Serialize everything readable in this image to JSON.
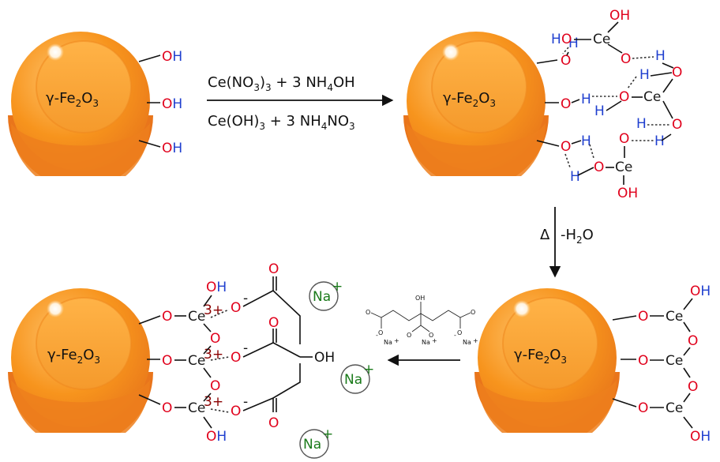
{
  "particle_label": "γ-Fe",
  "particle_sub1": "2",
  "particle_mid": "O",
  "particle_sub2": "3",
  "atoms": {
    "O": "O",
    "H": "H",
    "Ce": "Ce",
    "OH": "OH",
    "HO": "HO",
    "Na": "Na"
  },
  "charges": {
    "minus": "-",
    "plus": "+",
    "ce3": "3+"
  },
  "reaction1": {
    "top_a": "Ce(NO",
    "top_a_sub": "3",
    "top_b": ")",
    "top_b_sub": "3",
    "top_c": " + 3 NH",
    "top_c_sub": "4",
    "top_d": "OH",
    "bot_a": "Ce(OH)",
    "bot_a_sub": "3",
    "bot_b": " + 3 NH",
    "bot_b_sub": "4",
    "bot_c": "NO",
    "bot_c_sub": "3"
  },
  "reaction2": {
    "delta": "Δ",
    "loss_a": "-H",
    "loss_sub": "2",
    "loss_b": "O"
  },
  "colors": {
    "oxygen": "#e0001b",
    "hydrogen": "#1f3fcf",
    "cerium": "#1a1a1a",
    "sodium": "#1a7a1a",
    "ce_charge": "#8a0000",
    "particle_light": "#ffb347",
    "particle_mid": "#f7941d",
    "particle_dark": "#e07010"
  }
}
